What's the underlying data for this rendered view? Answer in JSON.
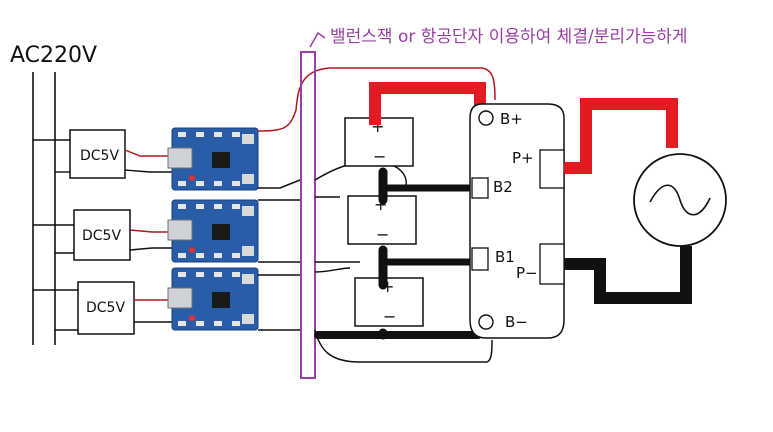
{
  "annotation": "밸런스잭 or 항공단자 이용하여 체결/분리가능하게",
  "ac_label": "AC220V",
  "dc_modules": [
    {
      "label": "DC5V"
    },
    {
      "label": "DC5V"
    },
    {
      "label": "DC5V"
    }
  ],
  "batteries": [
    {
      "plus": "+",
      "minus": "−"
    },
    {
      "plus": "+",
      "minus": "−"
    },
    {
      "plus": "+",
      "minus": "−"
    }
  ],
  "bms_terminals": {
    "b_plus": "B+",
    "b2": "B2",
    "b1": "B1",
    "b_minus": "B−",
    "p_plus": "P+",
    "p_minus": "P−"
  },
  "colors": {
    "wire_black": "#111111",
    "wire_red": "#e21b23",
    "wire_dark_red": "#b01820",
    "connector_purple": "#9a3fa6",
    "charger_board_blue": "#2a5da8"
  },
  "charger_board_icons": [
    "usb-micro-icon",
    "chip-icon"
  ],
  "load_icon": "ac-source-icon"
}
